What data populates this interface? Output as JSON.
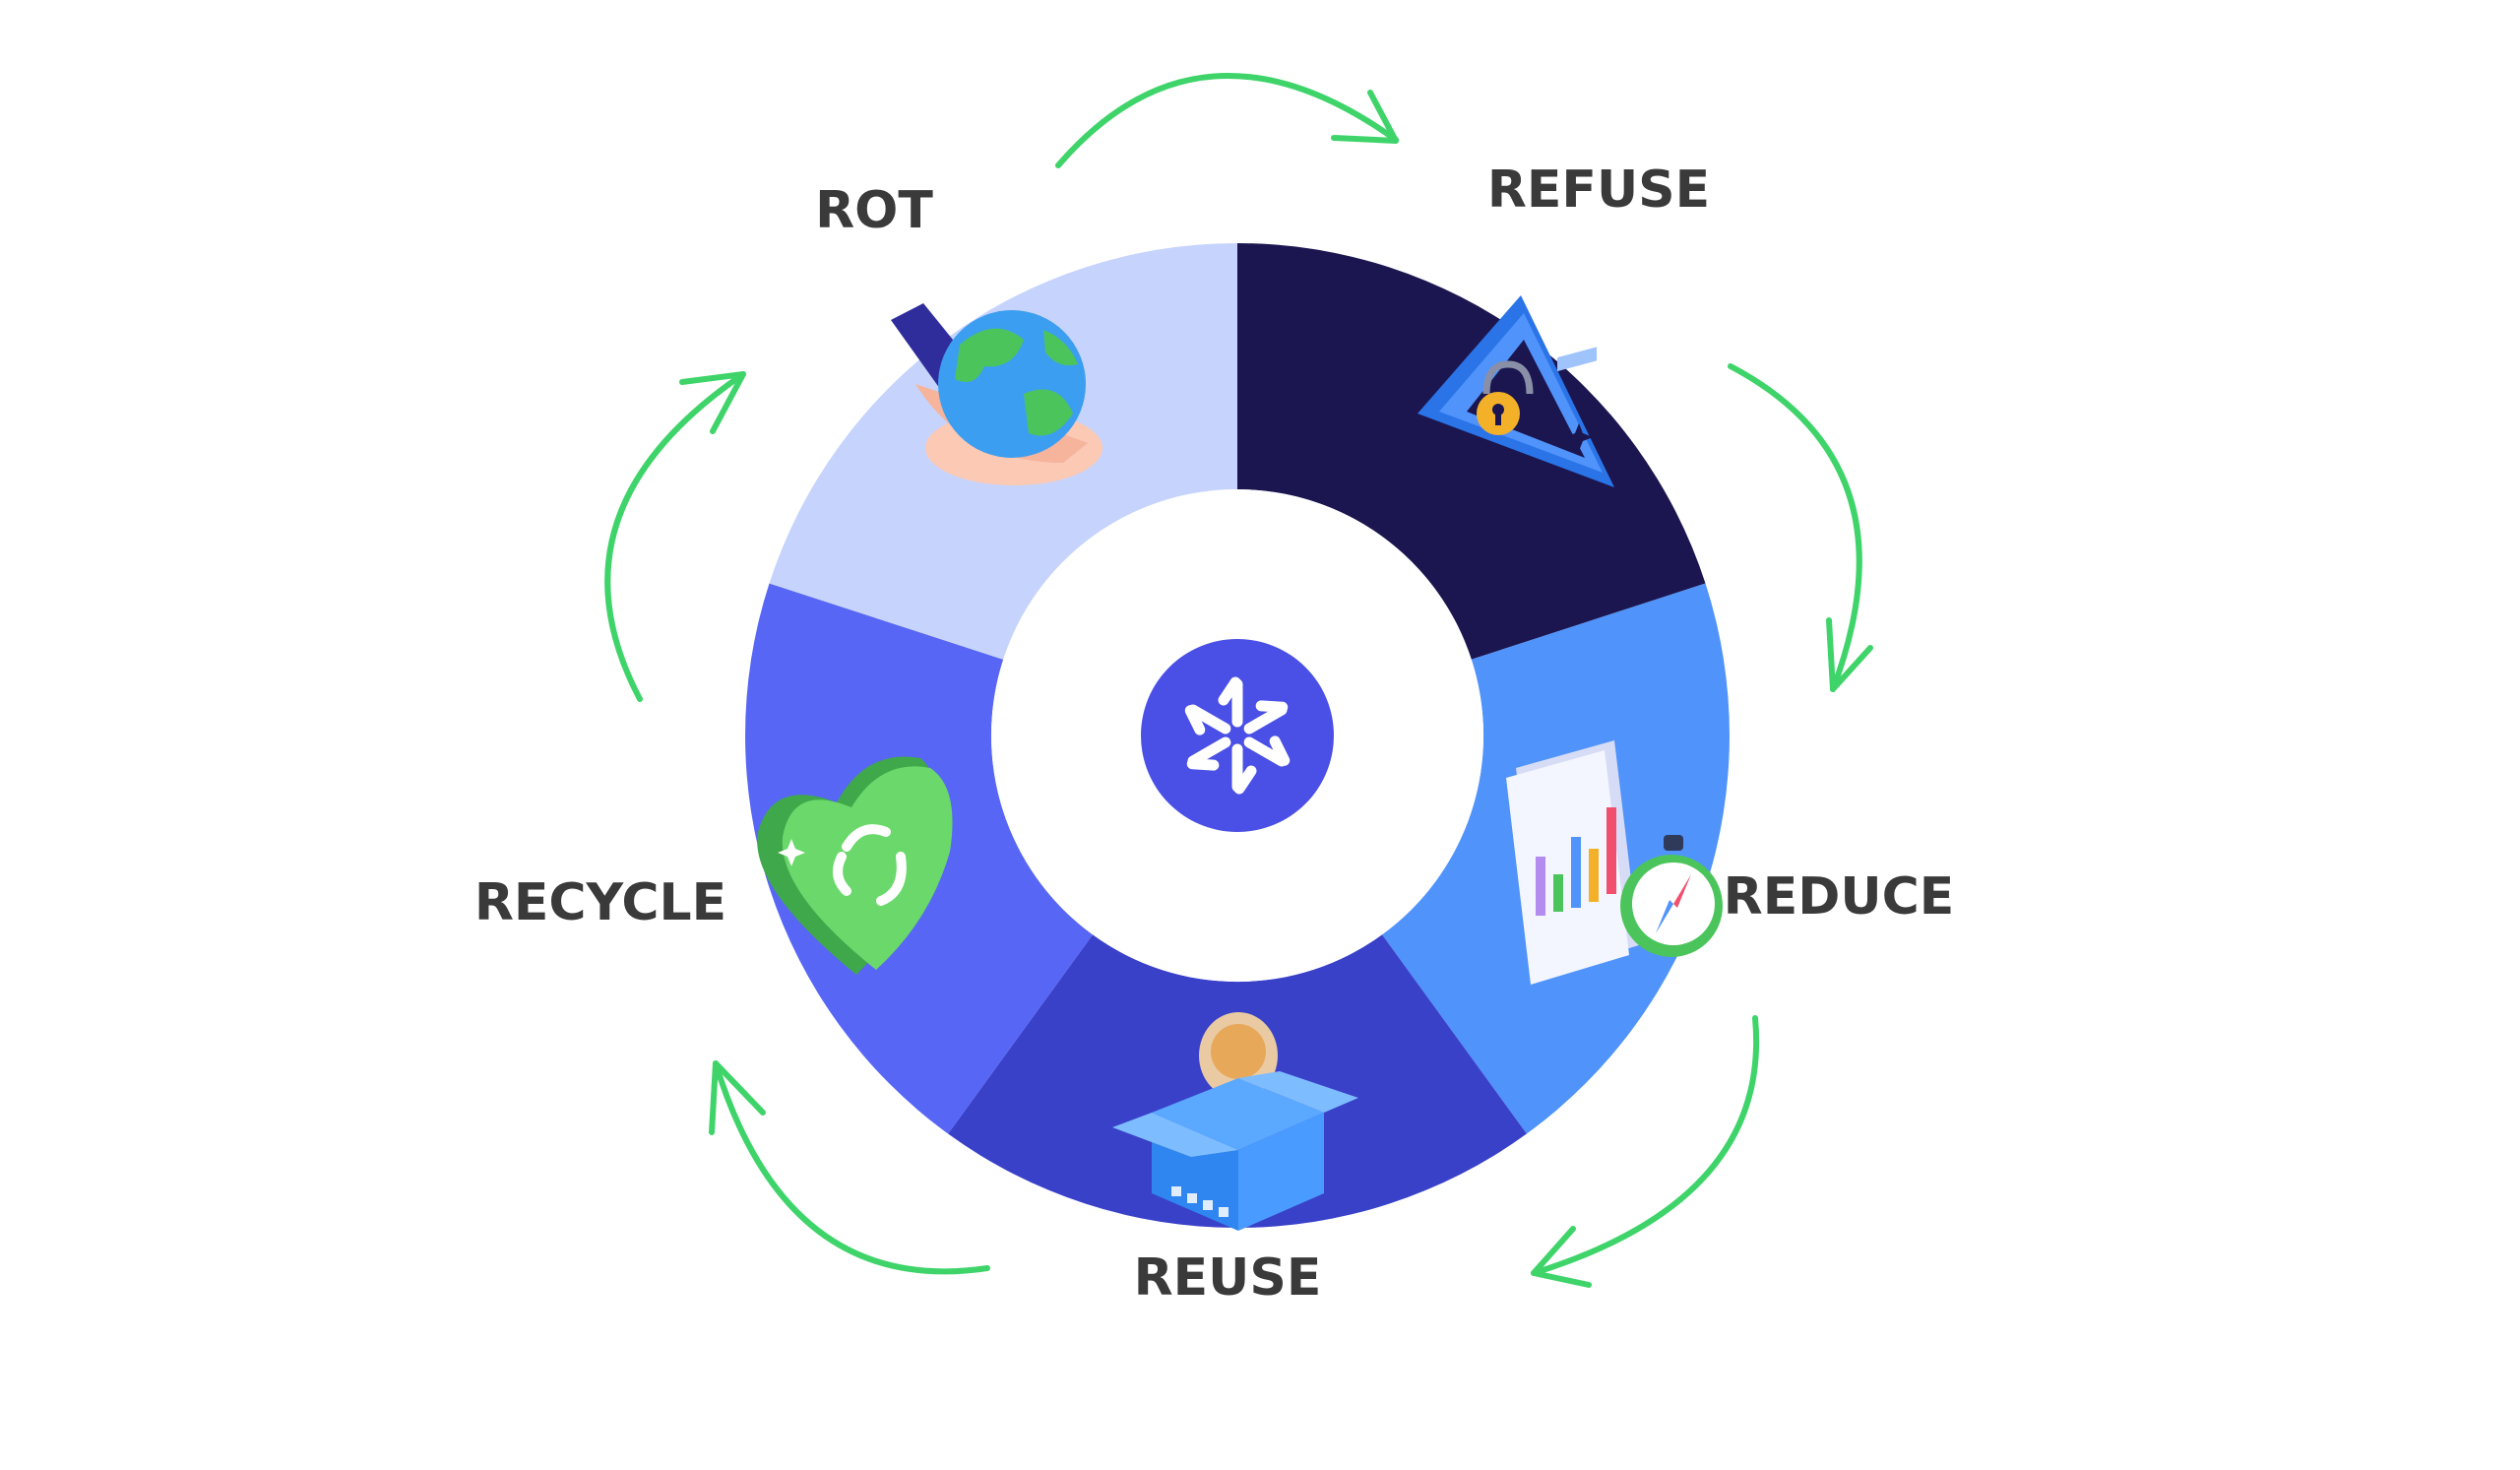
{
  "labels": {
    "rot": "ROT",
    "refuse": "REFUSE",
    "reduce": "REDUCE",
    "reuse": "REUSE",
    "recycle": "RECYCLE"
  },
  "colors": {
    "rot": "#c6d4fd",
    "refuse": "#1b1650",
    "reduce": "#4f93fb",
    "reuse": "#3941c9",
    "recycle": "#5766f5",
    "arrows": "#3fd46a",
    "logo": "#4a4fe6",
    "label_text": "#3a3a3a"
  },
  "icons": {
    "rot": "hand-holding-globe-icon",
    "refuse": "warning-lock-icon",
    "reduce": "report-stopwatch-icon",
    "reuse": "lightbulb-box-icon",
    "recycle": "recycle-heart-icon",
    "center": "snowflake-logo-icon"
  }
}
